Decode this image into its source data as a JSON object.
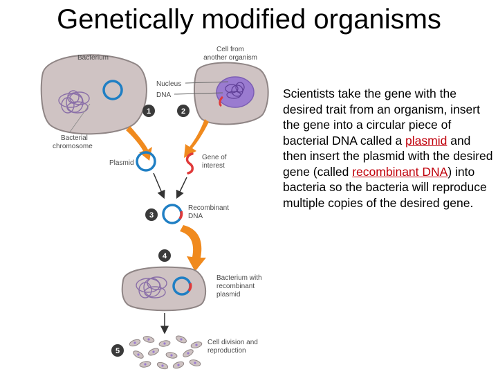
{
  "slide": {
    "title": "Genetically modified organisms",
    "description": {
      "part1": "Scientists take the gene with the desired trait from an organism, insert the gene into a circular piece of bacterial DNA called a ",
      "link1": "plasmid",
      "part2": " and then insert the plasmid with the desired gene (called ",
      "link2": "recombinant DNA",
      "part3": ") into bacteria so the bacteria will reproduce multiple copies of the desired gene."
    }
  },
  "diagram": {
    "labels": {
      "bacterium": "Bacterium",
      "cell_from_1": "Cell from",
      "cell_from_2": "another organism",
      "nucleus": "Nucleus",
      "dna": "DNA",
      "bacterial_chromosome_1": "Bacterial",
      "bacterial_chromosome_2": "chromosome",
      "plasmid": "Plasmid",
      "gene_of_1": "Gene of",
      "gene_of_2": "interest",
      "recombinant_1": "Recombinant",
      "recombinant_2": "DNA",
      "bacterium_with_1": "Bacterium with",
      "bacterium_with_2": "recombinant",
      "bacterium_with_3": "plasmid",
      "cell_division_1": "Cell division and",
      "cell_division_2": "reproduction"
    },
    "steps": [
      "1",
      "2",
      "3",
      "4",
      "5"
    ],
    "colors": {
      "cell_fill": "#cfc3c3",
      "cell_stroke": "#8f8585",
      "plasmid_blue": "#1f7fc4",
      "gene_red": "#e03a3a",
      "chromosome": "#8a6fa8",
      "arrow_orange": "#f08a1e",
      "step_circle": "#3a3a3a",
      "link_red": "#c0000b"
    }
  }
}
